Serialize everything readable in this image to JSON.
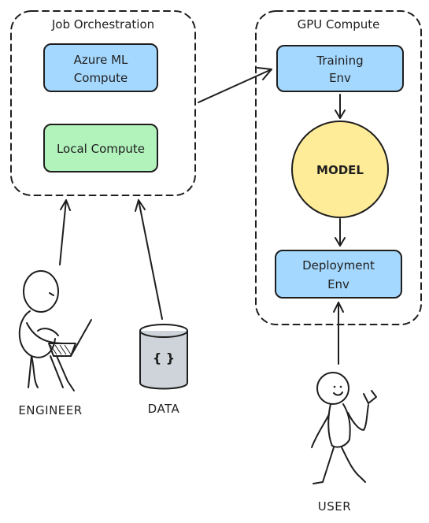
{
  "containers": {
    "job_orchestration": {
      "title": "Job Orchestration"
    },
    "gpu_compute": {
      "title": "GPU Compute"
    }
  },
  "nodes": {
    "azure_ml": {
      "line1": "Azure ML",
      "line2": "Compute"
    },
    "local": {
      "label": "Local Compute"
    },
    "training": {
      "line1": "Training",
      "line2": "Env"
    },
    "model": {
      "label": "MODEL"
    },
    "deployment": {
      "line1": "Deployment",
      "line2": "Env"
    },
    "database": {
      "symbol": "{ }"
    }
  },
  "actors": {
    "engineer": {
      "label": "ENGINEER"
    },
    "data": {
      "label": "DATA"
    },
    "user": {
      "label": "USER"
    }
  },
  "colors": {
    "blue": "#a5d8ff",
    "green": "#b2f2bb",
    "yellow": "#ffec99",
    "cylinder": "#ced4da",
    "stroke": "#1e1e1e"
  }
}
